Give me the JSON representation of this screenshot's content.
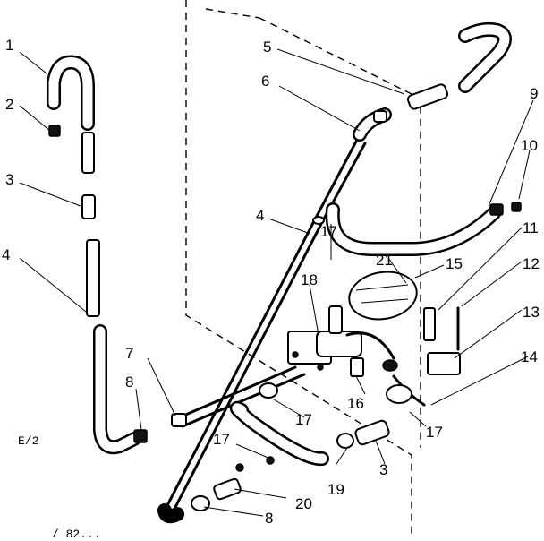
{
  "callouts": [
    {
      "id": "c1",
      "text": "1"
    },
    {
      "id": "c2",
      "text": "2"
    },
    {
      "id": "c3a",
      "text": "3"
    },
    {
      "id": "c4a",
      "text": "4"
    },
    {
      "id": "c5",
      "text": "5"
    },
    {
      "id": "c6",
      "text": "6"
    },
    {
      "id": "c4b",
      "text": "4"
    },
    {
      "id": "c7",
      "text": "7"
    },
    {
      "id": "c8a",
      "text": "8"
    },
    {
      "id": "c9",
      "text": "9"
    },
    {
      "id": "c10",
      "text": "10"
    },
    {
      "id": "c11",
      "text": "11"
    },
    {
      "id": "c12",
      "text": "12"
    },
    {
      "id": "c13",
      "text": "13"
    },
    {
      "id": "c14",
      "text": "14"
    },
    {
      "id": "c15",
      "text": "15"
    },
    {
      "id": "c16",
      "text": "16"
    },
    {
      "id": "c17a",
      "text": "17"
    },
    {
      "id": "c17b",
      "text": "17"
    },
    {
      "id": "c17c",
      "text": "17"
    },
    {
      "id": "c17d",
      "text": "17"
    },
    {
      "id": "c18",
      "text": "18"
    },
    {
      "id": "c19",
      "text": "19"
    },
    {
      "id": "c20",
      "text": "20"
    },
    {
      "id": "c21",
      "text": "21"
    },
    {
      "id": "c3b",
      "text": "3"
    },
    {
      "id": "c8b",
      "text": "8"
    }
  ],
  "corner_mark": "E/2",
  "footer_mark": "/ 82..."
}
